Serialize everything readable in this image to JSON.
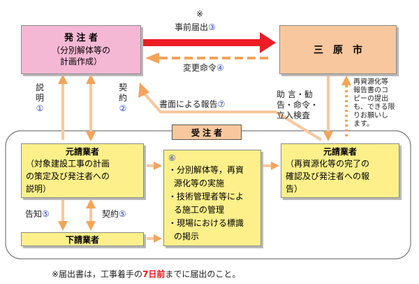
{
  "owner": {
    "title": "発 注 者",
    "sub1": "（分別解体等の",
    "sub2": "計画作成）"
  },
  "city": {
    "title": "三　原　市"
  },
  "top_arrow": {
    "mark": "※",
    "label": "事前届出",
    "num": "③"
  },
  "return_arrow": {
    "label": "変更命令",
    "num": "④"
  },
  "explain": {
    "l1": "説",
    "l2": "明",
    "num": "①"
  },
  "contract_v": {
    "l1": "契",
    "l2": "約",
    "num": "②"
  },
  "written_report": {
    "label": "書面による報告",
    "num": "⑦"
  },
  "advice": {
    "l1": "助 言・勧",
    "l2": "告・命令・",
    "l3": "立入検査"
  },
  "side_note": {
    "l1": "再資源化等",
    "l2": "報告書のコ",
    "l3": "ピーの提出",
    "l4": "も、できる限",
    "l5": "りお願いし",
    "l6": "ます。"
  },
  "contractor_tag": "受 注 者",
  "prime_left": {
    "title": "元請業者",
    "l1": "（対象建設工事の計画",
    "l2": "の策定及び発注者への",
    "l3": "説明）"
  },
  "middle": {
    "num": "⑥",
    "l1": "・分別解体等，再資",
    "l2": "源化等の実施",
    "l3": "・技術管理者等によ",
    "l4": "る施工の管理",
    "l5": "・現場における標識",
    "l6": "の掲示"
  },
  "prime_right": {
    "title": "元請業者",
    "l1": "（再資源化等の完了の",
    "l2": "確認及び発注者への報",
    "l3": "告）"
  },
  "notice": {
    "label": "告知",
    "num": "⑤"
  },
  "contract5": {
    "label": "契約",
    "num": "⑤"
  },
  "sub": {
    "title": "下請業者"
  },
  "footnote": {
    "pre": "※届出書は，工事着手の",
    "bold": "7日前",
    "post": "までに届出のこと。"
  },
  "colors": {
    "pink": "#f5b8d4",
    "peach": "#f9c79e",
    "yellow": "#fdf08a",
    "orange_arrow": "#f4a45a",
    "red_arrow": "#ee1c24",
    "blue_text": "#2b3fb8"
  }
}
